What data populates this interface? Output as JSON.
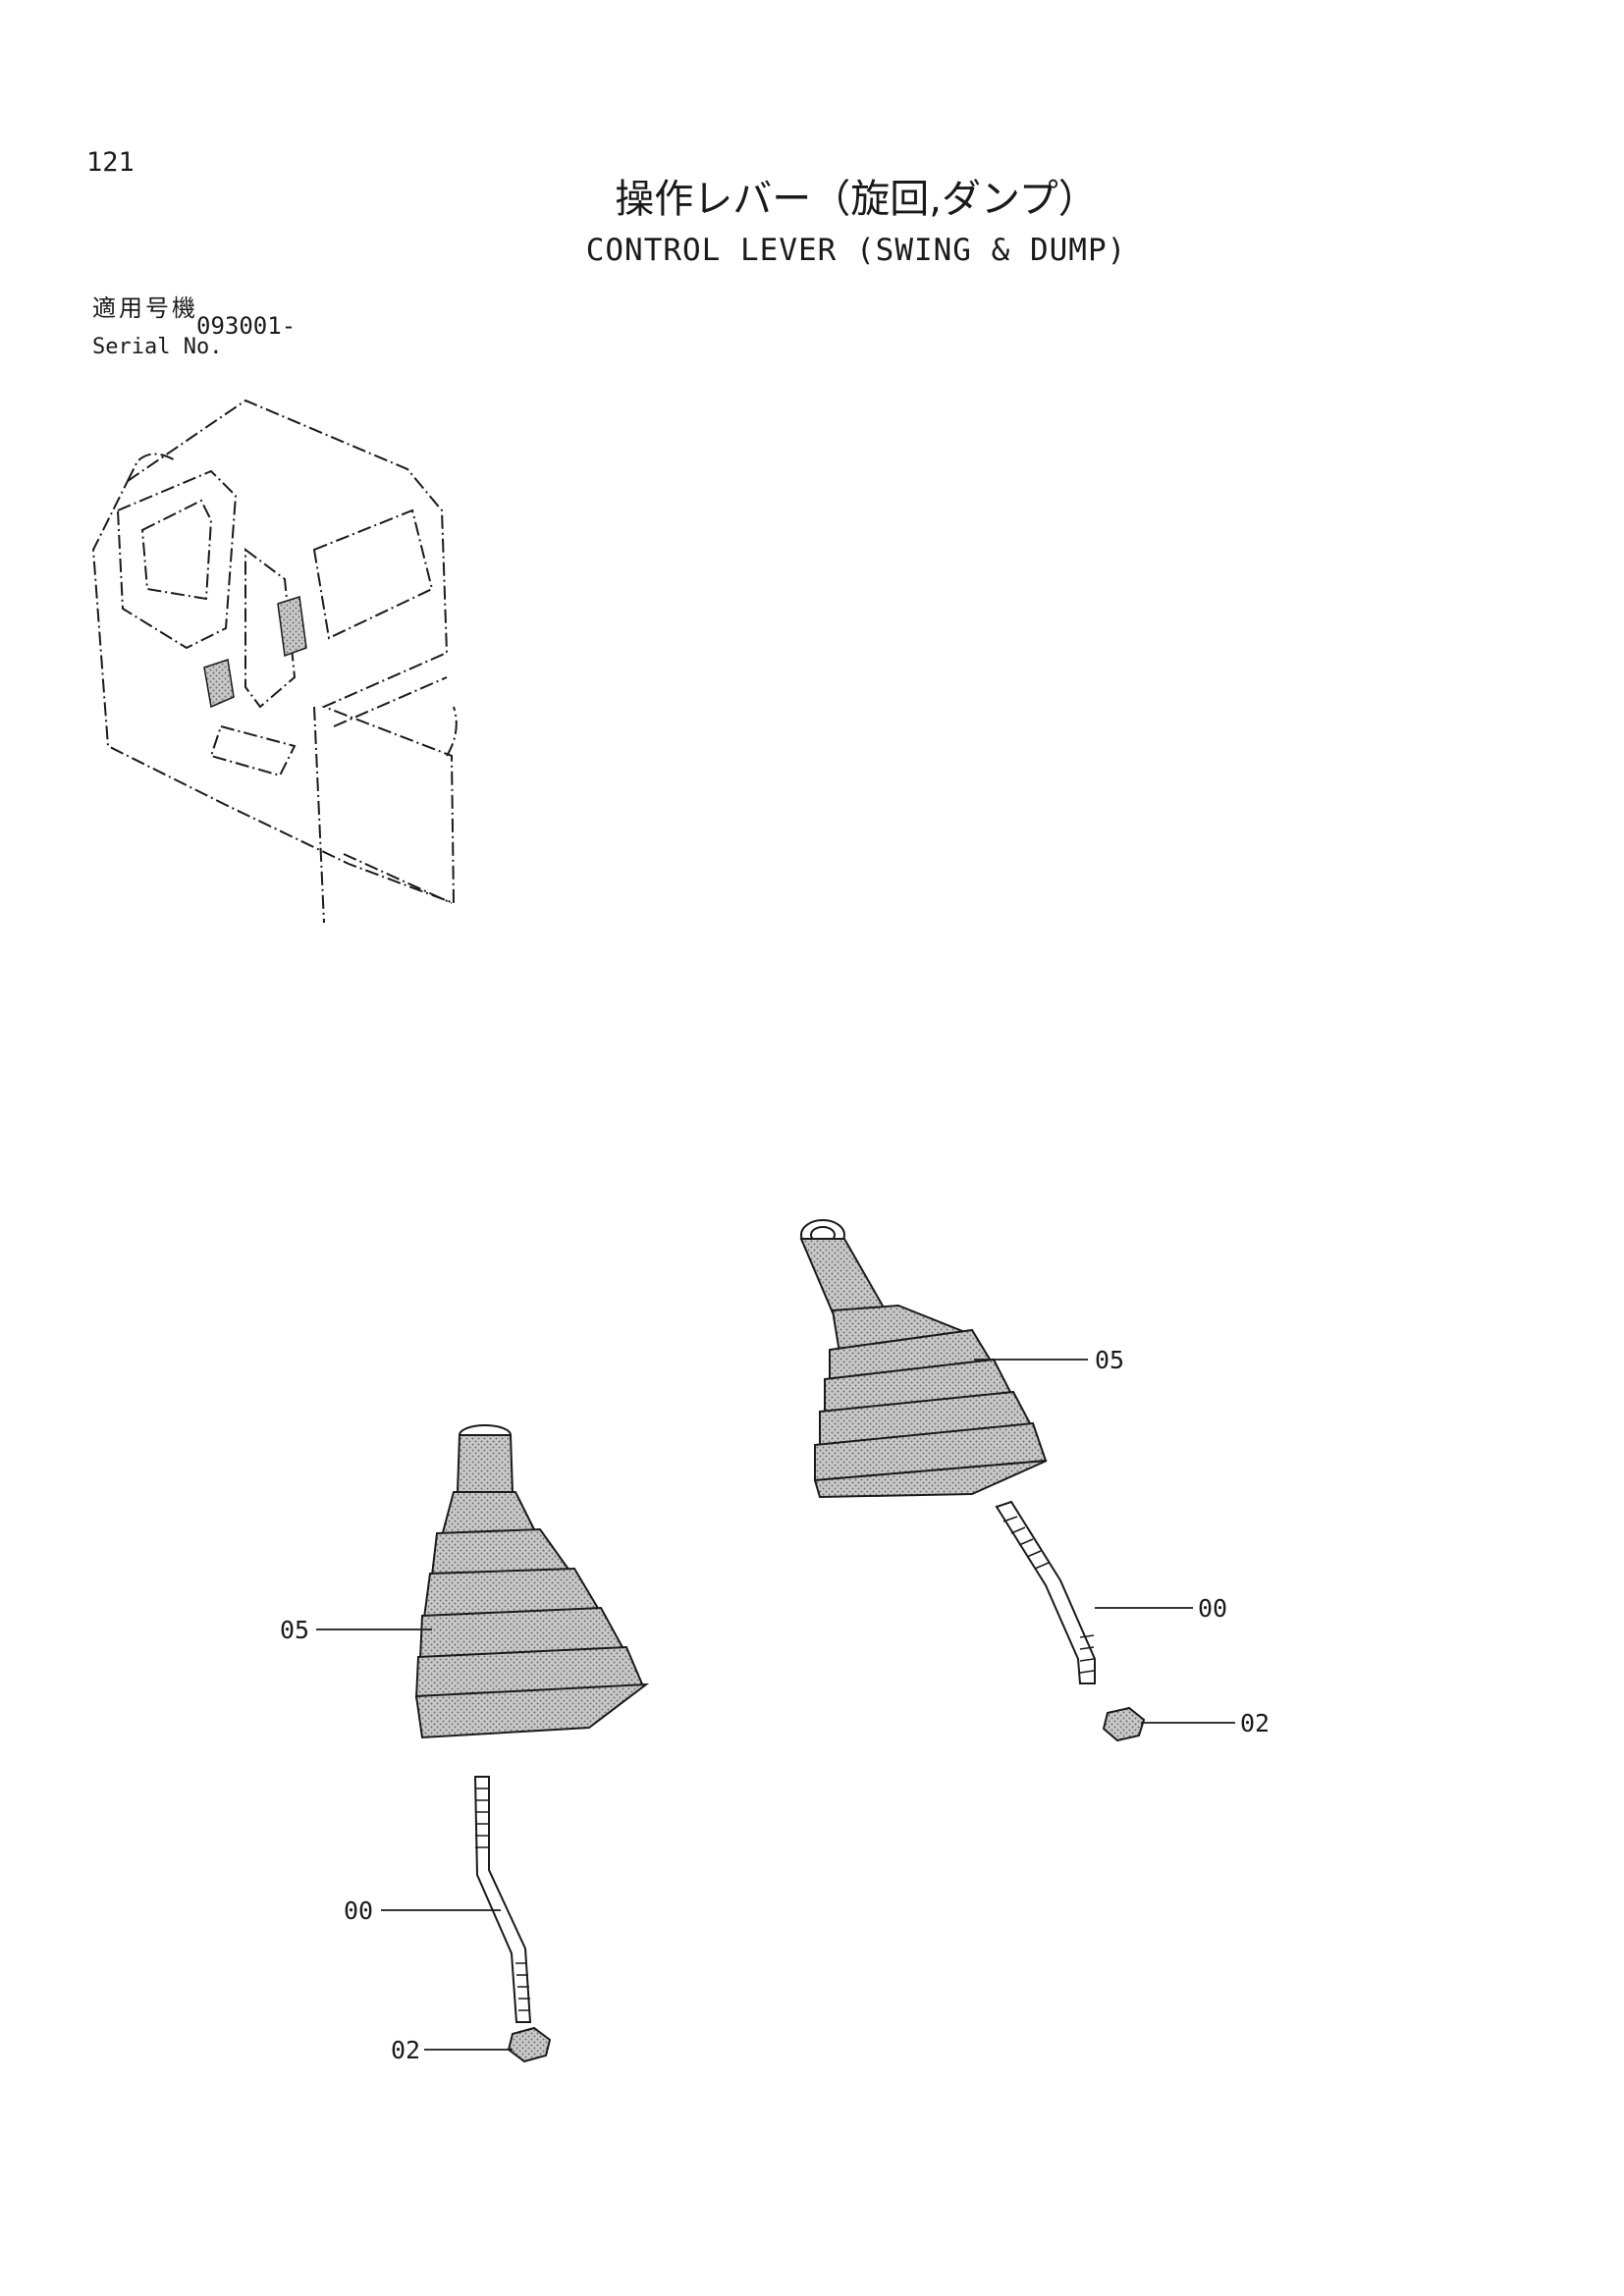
{
  "page": {
    "number": "121",
    "title_ja": "操作レバー（旋回,ダンプ）",
    "title_en": "CONTROL LEVER (SWING & DUMP)"
  },
  "serial": {
    "label_ja": "適用号機",
    "label_en": "Serial No.",
    "value": "093001-"
  },
  "callouts": {
    "boot_right": "05",
    "lever_right": "00",
    "nut_right": "02",
    "boot_left": "05",
    "lever_left": "00",
    "nut_left": "02"
  },
  "colors": {
    "line": "#1a1a1a",
    "shade": "#8a8a8a",
    "paper": "#ffffff"
  }
}
